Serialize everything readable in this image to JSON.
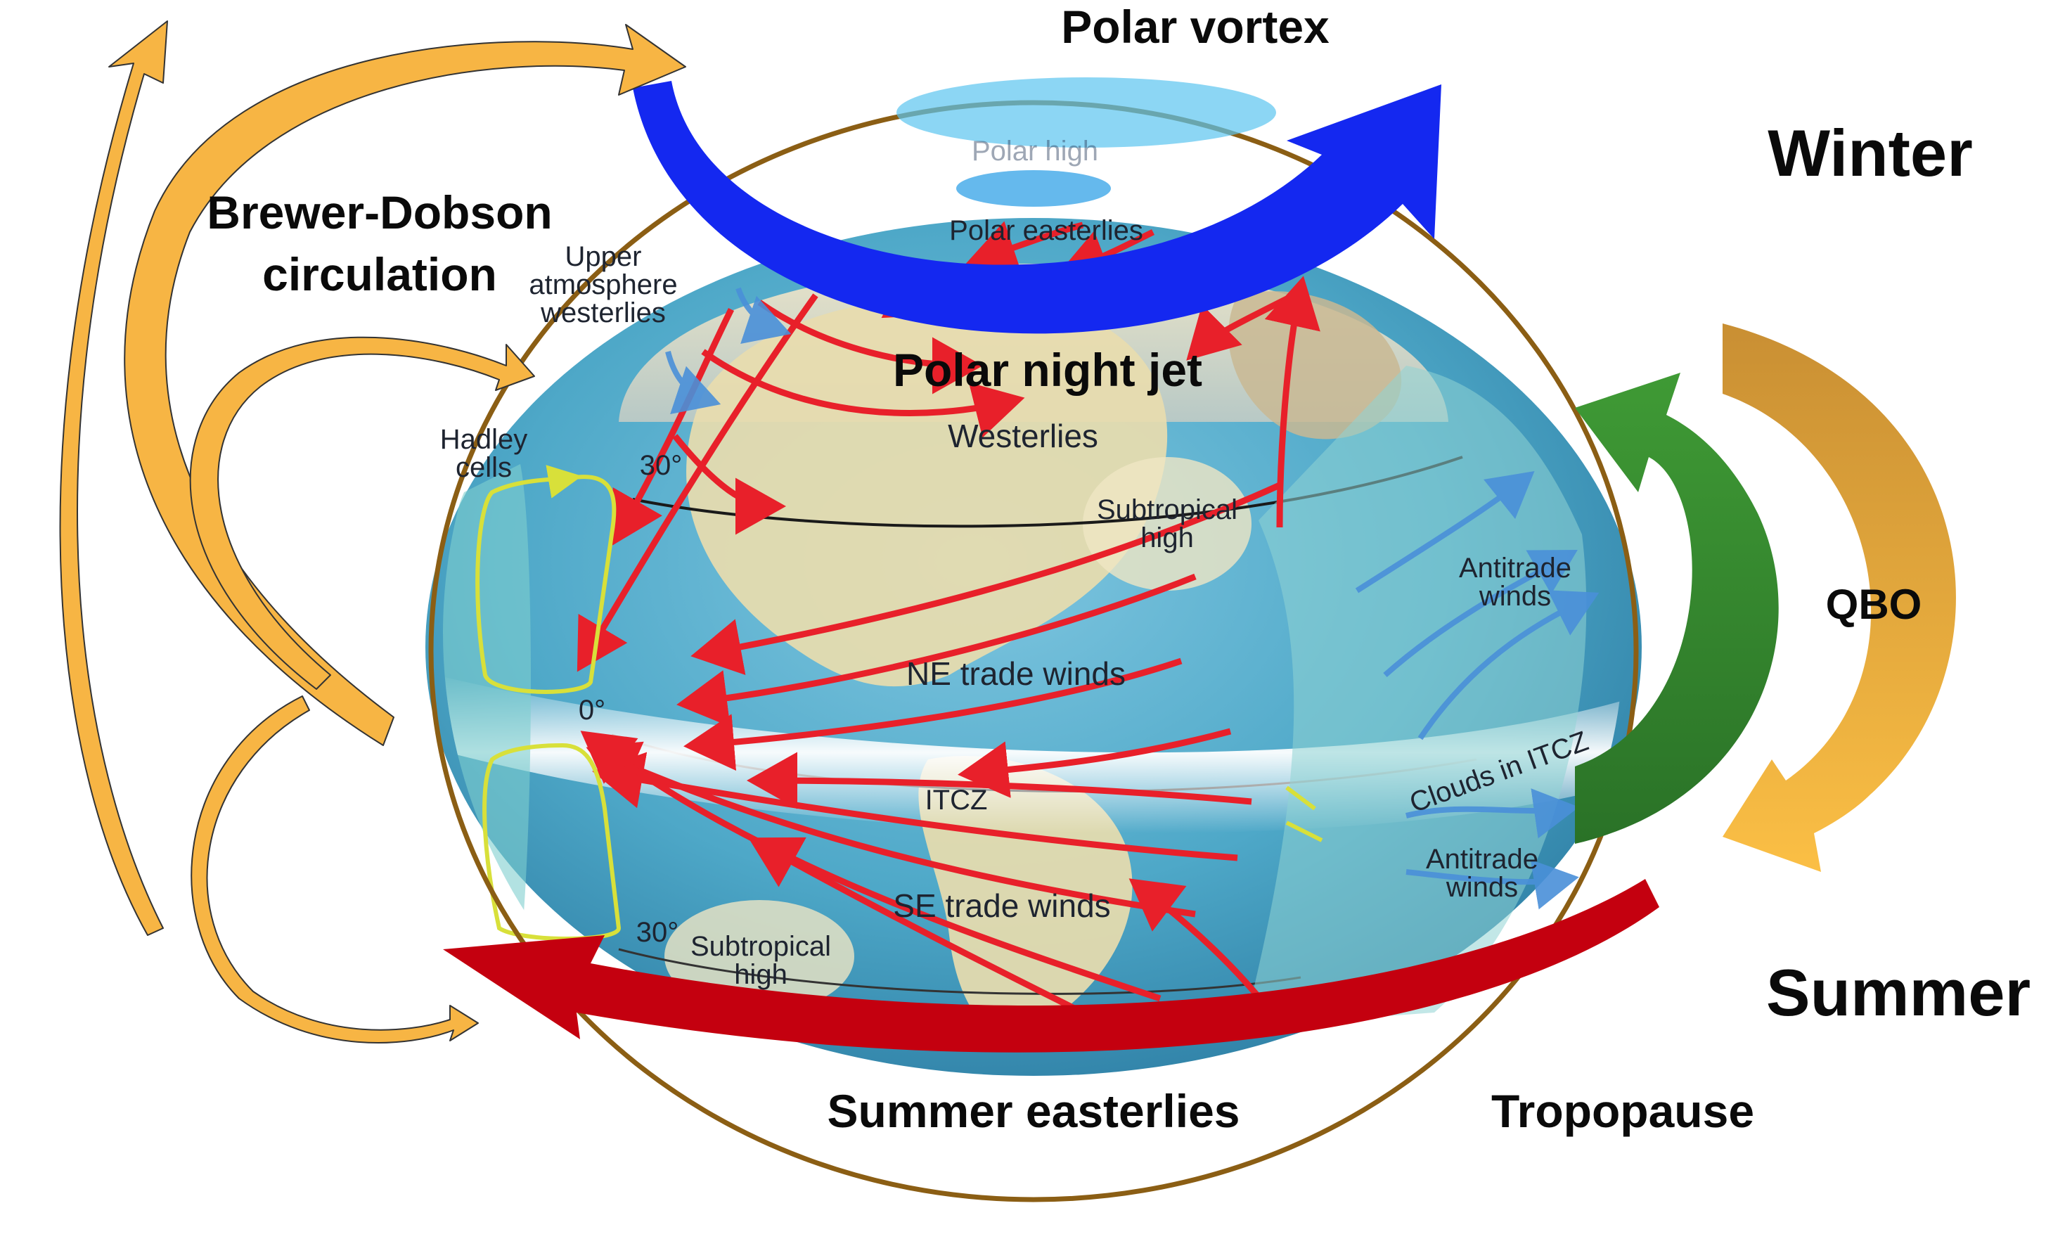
{
  "colors": {
    "brewer_dobson": "#f7b544",
    "polar_vortex": "#1428f0",
    "summer_easterlies": "#c4000f",
    "qbo_green": "#2e8b2c",
    "qbo_gold": "#d6a03c",
    "tropopause_ring": "#8b5e14",
    "trade_wind_arrows": "#e8202a",
    "upper_wind_arrows": "#4a90d9",
    "ocean": "#4ea8c8",
    "land": "#e8dcae"
  },
  "labels": {
    "polar_vortex": "Polar vortex",
    "winter": "Winter",
    "summer": "Summer",
    "brewer_dobson_line1": "Brewer-Dobson",
    "brewer_dobson_line2": "circulation",
    "polar_night_jet": "Polar night jet",
    "qbo": "QBO",
    "summer_easterlies": "Summer easterlies",
    "tropopause": "Tropopause"
  },
  "globe_labels": {
    "polar_high": "Polar high",
    "polar_easterlies": "Polar easterlies",
    "upper_westerlies": [
      "Upper",
      "atmosphere",
      "westerlies"
    ],
    "hadley_cells": [
      "Hadley",
      "cells"
    ],
    "lat_30n": "30°",
    "lat_0": "0°",
    "lat_30s": "30°",
    "westerlies": "Westerlies",
    "subtropical_high_n": [
      "Subtropical",
      "high"
    ],
    "subtropical_high_s": [
      "Subtropical",
      "high"
    ],
    "antitrade_winds_upper": [
      "Antitrade",
      "winds"
    ],
    "antitrade_winds_lower": [
      "Antitrade",
      "winds"
    ],
    "ne_trade_winds": "NE trade winds",
    "itcz": "ITCZ",
    "clouds_in_itcz": "Clouds in ITCZ",
    "se_trade_winds": "SE trade winds"
  }
}
